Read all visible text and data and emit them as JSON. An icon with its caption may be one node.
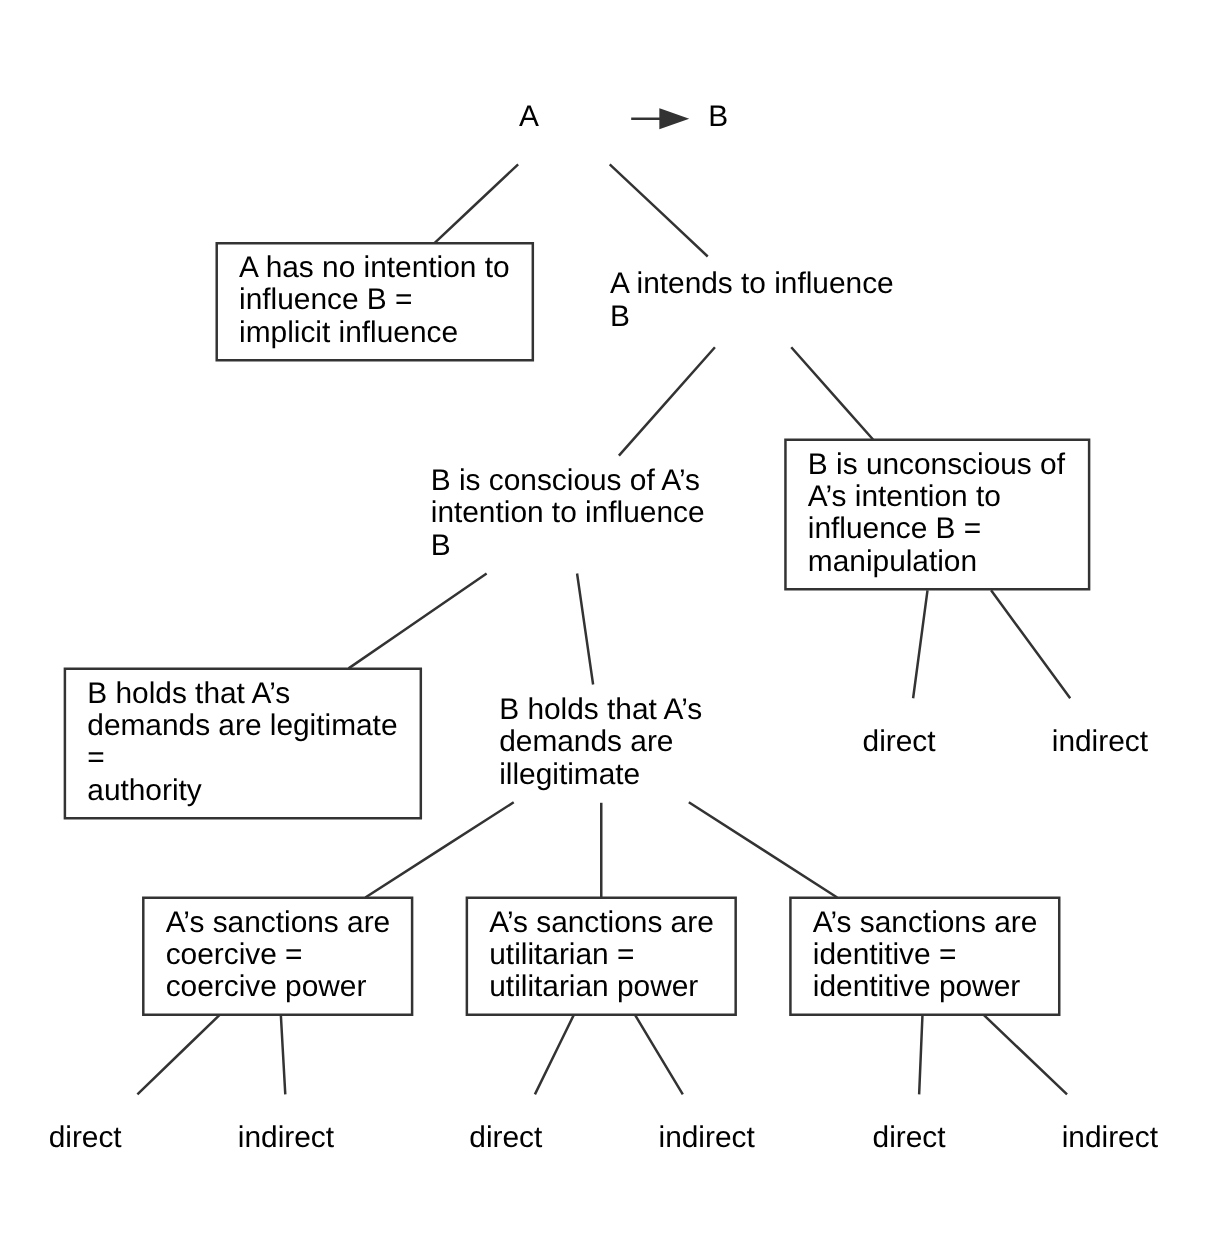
{
  "diagram": {
    "nodes": [
      {
        "text": [
          "A"
        ]
      },
      {
        "text": [
          "B"
        ]
      },
      {
        "text": [
          "A has no intention to influence B =",
          "implicit influence"
        ]
      },
      {
        "text": [
          "A intends to influence B"
        ]
      },
      {
        "text": [
          "B is conscious of A’s intention to influence B"
        ]
      },
      {
        "text": [
          "B is unconscious of A’s intention to influence B =",
          "manipulation"
        ]
      },
      {
        "text": [
          "direct"
        ]
      },
      {
        "text": [
          "indirect"
        ]
      },
      {
        "text": [
          "B holds that A’s demands are legitimate =",
          "authority"
        ]
      },
      {
        "text": [
          "B holds that A’s demands are illegitimate"
        ]
      },
      {
        "text": [
          "A’s sanctions are coercive =",
          "coercive power"
        ]
      },
      {
        "text": [
          "A’s sanctions are utilitarian =",
          "utilitarian power"
        ]
      },
      {
        "text": [
          "A’s sanctions are identitive =",
          "identitive power"
        ]
      },
      {
        "text": [
          "direct"
        ]
      },
      {
        "text": [
          "indirect"
        ]
      },
      {
        "text": [
          "direct"
        ]
      },
      {
        "text": [
          "indirect"
        ]
      },
      {
        "text": [
          "direct"
        ]
      },
      {
        "text": [
          "indirect"
        ]
      }
    ],
    "edges": [
      {
        "from": 0,
        "to": 1,
        "arrow": "to"
      },
      {
        "from": 0,
        "to": 2,
        "arrow": "none"
      },
      {
        "from": 0,
        "to": 3,
        "arrow": "none"
      },
      {
        "from": 3,
        "to": 4,
        "arrow": "none"
      },
      {
        "from": 3,
        "to": 5,
        "arrow": "none"
      },
      {
        "from": 5,
        "to": 6,
        "arrow": "none"
      },
      {
        "from": 5,
        "to": 7,
        "arrow": "none"
      },
      {
        "from": 4,
        "to": 8,
        "arrow": "none"
      },
      {
        "from": 4,
        "to": 9,
        "arrow": "none"
      },
      {
        "from": 9,
        "to": 10,
        "arrow": "none"
      },
      {
        "from": 9,
        "to": 11,
        "arrow": "none"
      },
      {
        "from": 9,
        "to": 12,
        "arrow": "none"
      },
      {
        "from": 10,
        "to": 13,
        "arrow": "none"
      },
      {
        "from": 10,
        "to": 14,
        "arrow": "none"
      },
      {
        "from": 11,
        "to": 15,
        "arrow": "none"
      },
      {
        "from": 11,
        "to": 16,
        "arrow": "none"
      },
      {
        "from": 12,
        "to": 17,
        "arrow": "none"
      },
      {
        "from": 12,
        "to": 18,
        "arrow": "none"
      }
    ]
  }
}
